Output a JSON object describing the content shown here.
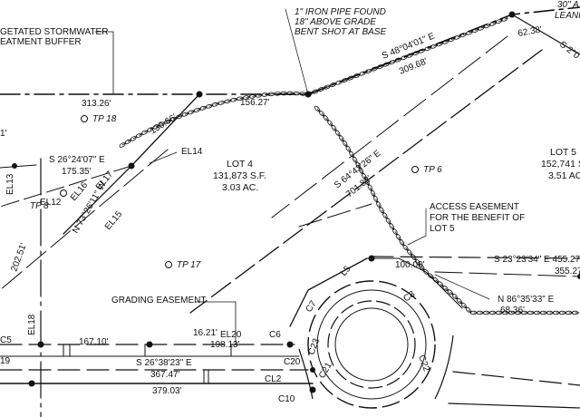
{
  "map": {
    "colors": {
      "ink": "#111111",
      "paper": "#ffffff"
    },
    "notes": {
      "buffer_1": "GETATED STORMWATER",
      "buffer_2": "EATMENT BUFFER",
      "pipe_1": "1\" IRON PIPE FOUND",
      "pipe_2": "18\" ABOVE GRADE",
      "pipe_3": "BENT SHOT AT BASE",
      "corner_1": "30\" A",
      "corner_2": "LEANI",
      "access_1": "ACCESS EASEMENT",
      "access_2": "FOR THE BENEFIT OF",
      "access_3": "LOT 5",
      "grading": "GRADING EASEMENT"
    },
    "lots": {
      "lot4_name": "LOT 4",
      "lot4_area": "131,873 S.F.",
      "lot4_ac": "3.03 AC.",
      "lot5_name": "LOT 5",
      "lot5_area": "152,741 S.F.",
      "lot5_ac": "3.51 AC."
    },
    "bearings": {
      "b1": "S 48°04'01\" E",
      "b1_dist": "309.68'",
      "b2": "S 2°0",
      "b2_dist": "62.38'",
      "b3": "S 26°24'07\" E",
      "b3_dist": "175.35'",
      "b4": "S 64°43'26\" E",
      "b4_dist": "701.82'",
      "b5": "S 23°23'34\" E 455.27'",
      "b5_dist": "355.27",
      "b6": "N 73°26'11\" W",
      "b7": "N 86°35'33\" E",
      "b7_dist": "68.36'",
      "b8": "S 26°38'23\" E"
    },
    "distances": {
      "d_313": "313.26'",
      "d_156": "156.27'",
      "d_136": "136.66'",
      "d_202": "202.51'",
      "d_100": "100.00'",
      "d_167": "167.10'",
      "d_16": "16.21'",
      "d_198": "198.13'",
      "d_367": "367.47'",
      "d_379": "379.03'"
    },
    "test_pits": {
      "tp18": "TP 18",
      "tp6": "TP 6",
      "tp17": "TP 17",
      "tp8": "TP 8"
    },
    "line_labels": {
      "el14": "EL14",
      "el13": "EL13",
      "el12": "EL12",
      "el16": "EL16",
      "el17": "EL17",
      "el15": "EL15",
      "el18": "EL18",
      "el20": "EL20",
      "l5": "L5",
      "c7": "C7",
      "c6": "C6",
      "c8": "C8",
      "c20": "C20",
      "c23": "C23",
      "c22": "C22",
      "c21": "C21",
      "c10": "C10",
      "cl2": "CL2",
      "c5": "C5",
      "n19": "19",
      "n1": "1'"
    }
  }
}
